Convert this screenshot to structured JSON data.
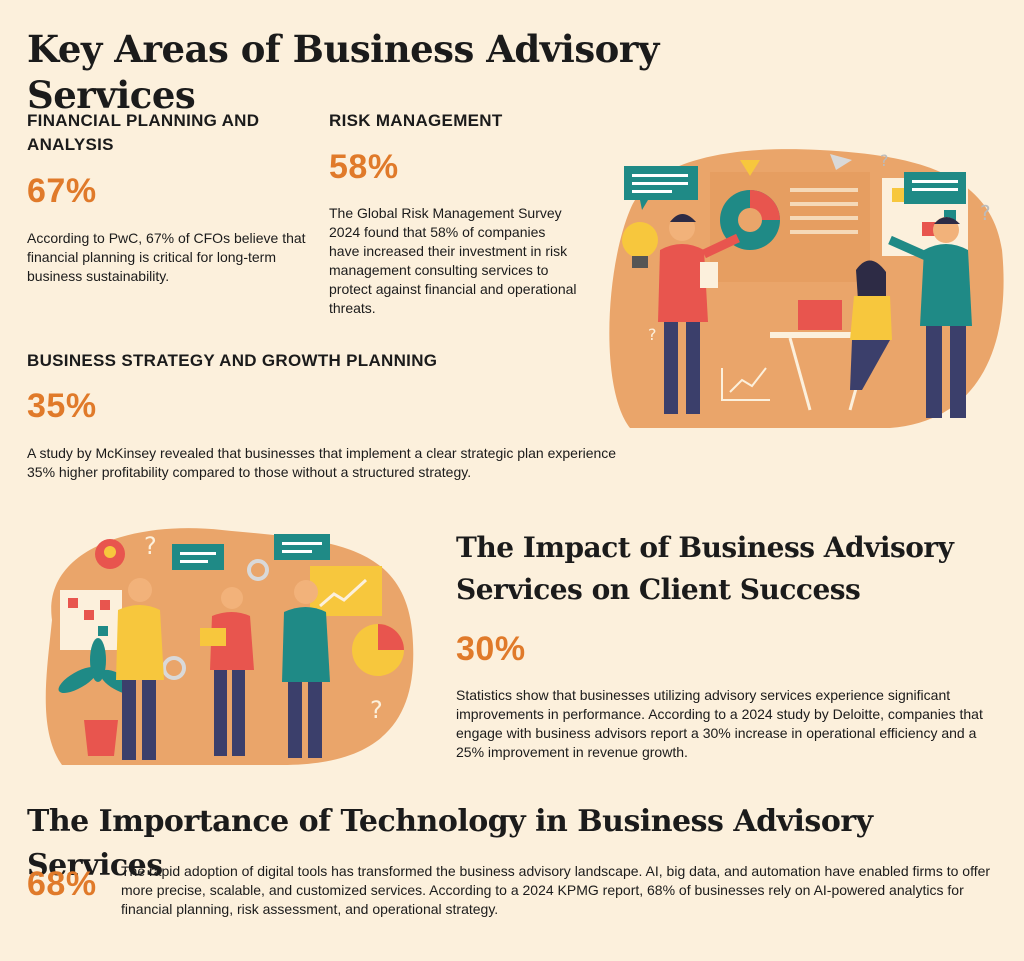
{
  "title": "Key Areas of Business Advisory Services",
  "sections": {
    "financial": {
      "heading": "FINANCIAL PLANNING AND ANALYSIS",
      "stat": "67%",
      "text": "According to PwC, 67% of CFOs believe that financial planning is critical for long-term business sustainability."
    },
    "risk": {
      "heading": "RISK MANAGEMENT",
      "stat": "58%",
      "text": "The Global Risk Management Survey 2024 found that 58% of companies have increased their investment in risk management consulting services to protect against financial and operational threats."
    },
    "strategy": {
      "heading": "BUSINESS STRATEGY AND GROWTH PLANNING",
      "stat": "35%",
      "text": "A study by McKinsey revealed that businesses that implement a clear strategic plan experience 35% higher profitability compared to those without a structured strategy."
    },
    "impact": {
      "heading": "The Impact of Business Advisory Services on Client Success",
      "stat": "30%",
      "text": "Statistics show that businesses utilizing advisory services experience significant improvements in performance. According to a 2024 study by Deloitte, companies that engage with business advisors report a 30% increase in operational efficiency and a 25% improvement in revenue growth."
    },
    "technology": {
      "heading": "The Importance of Technology in Business Advisory Services",
      "stat": "68%",
      "text": "The rapid adoption of digital tools has transformed the business advisory landscape. AI, big data, and automation have enabled firms to offer more precise, scalable, and customized services. According to a 2024 KPMG report, 68% of businesses rely on AI-powered analytics for financial planning, risk assessment, and operational strategy."
    }
  },
  "colors": {
    "background": "#fcf0dc",
    "accent": "#e07a2a",
    "blob": "#eaa56a",
    "teal": "#1f8a86",
    "yellow": "#f7c73d",
    "navy": "#3b3f6b"
  },
  "icons": [
    "chat-bubble-icon",
    "lightbulb-icon",
    "pie-chart-icon",
    "question-mark-icon",
    "gear-icon",
    "line-chart-icon",
    "laptop-icon",
    "plant-icon"
  ]
}
